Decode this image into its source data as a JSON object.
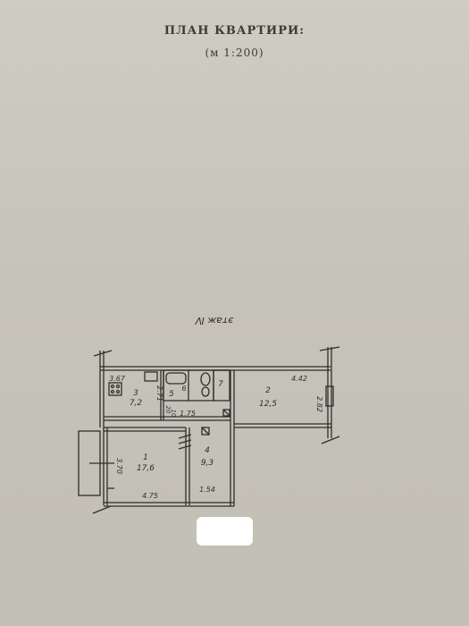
{
  "document": {
    "title": "ПЛАН КВАРТИРИ:",
    "scale": "(м 1:200)"
  },
  "plan": {
    "floor_label": "этаж Ⅳ",
    "rooms": [
      {
        "number": "1",
        "area": "17,6"
      },
      {
        "number": "2",
        "area": "12,5"
      },
      {
        "number": "3",
        "area": "7,2"
      },
      {
        "number": "4",
        "area": "9,3"
      },
      {
        "number": "5",
        "area": ""
      },
      {
        "number": "6",
        "area": ""
      },
      {
        "number": "7",
        "area": ""
      }
    ],
    "dimensions": {
      "kitchen_width": "3.67",
      "kitchen_depth": "2.71",
      "room2_width": "4.42",
      "room2_depth": "2.82",
      "corridor_width": "1.75",
      "hall_width": "1.54",
      "room1_depth": "3.70",
      "room1_width": "4.75",
      "small_a": "10",
      "small_b": "20"
    }
  }
}
